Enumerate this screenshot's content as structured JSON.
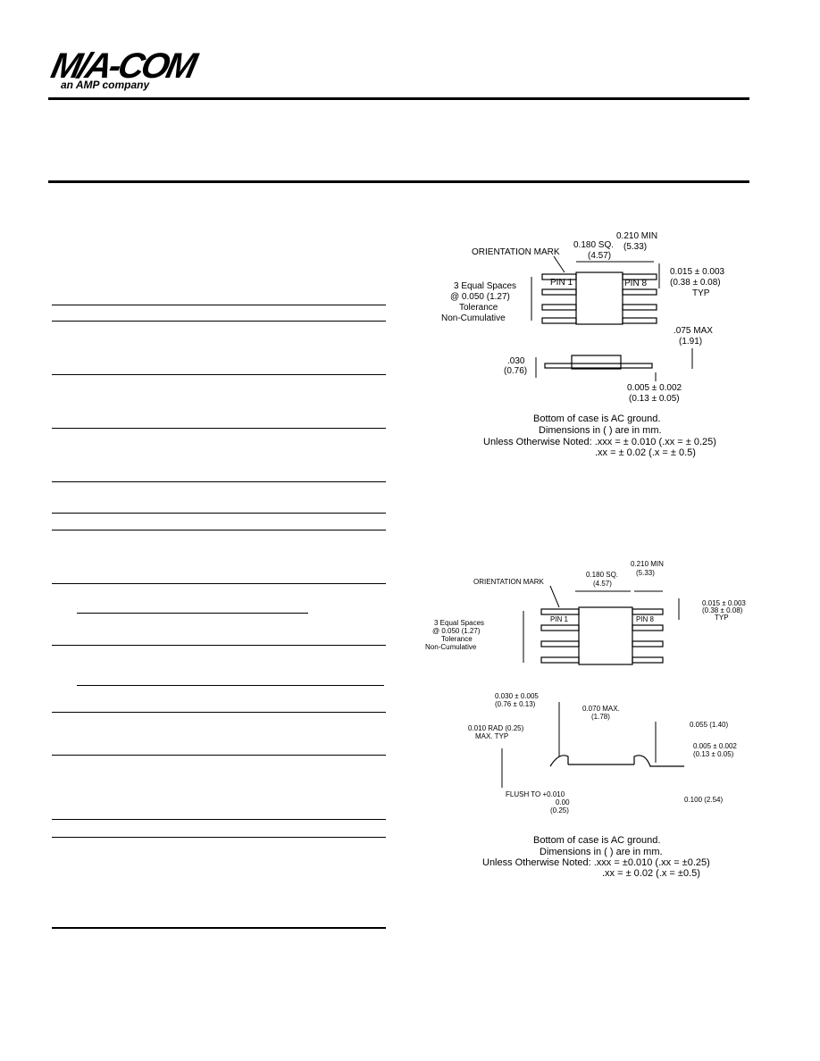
{
  "header": {
    "logo_text": "M/A-COM",
    "logo_tagline": "an AMP company"
  },
  "diagram1": {
    "orientation_mark": "ORIENTATION MARK",
    "body_sq": "0.180 SQ.",
    "body_sq_mm": "(4.57)",
    "lead_span": "0.210 MIN",
    "lead_span_mm": "(5.33)",
    "pin1": "PIN 1",
    "pin8": "PIN 8",
    "lead_width": "0.015 ± 0.003",
    "lead_width_mm": "(0.38 ± 0.08)",
    "lead_width_typ": "TYP",
    "spaces_1": "3 Equal Spaces",
    "spaces_2": "@ 0.050 (1.27)",
    "spaces_3": "Tolerance",
    "spaces_4": "Non-Cumulative",
    "max_height": ".075 MAX",
    "max_height_mm": "(1.91)",
    "thickness": ".030",
    "thickness_mm": "(0.76)",
    "lead_thick": "0.005 ± 0.002",
    "lead_thick_mm": "(0.13 ± 0.05)",
    "note_1": "Bottom of case is AC ground.",
    "note_2": "Dimensions in ( ) are in mm.",
    "note_3": "Unless Otherwise Noted: .xxx = ± 0.010 (.xx = ± 0.25)",
    "note_4": ".xx = ± 0.02 (.x = ± 0.5)"
  },
  "diagram2": {
    "orientation_mark": "ORIENTATION MARK",
    "body_sq": "0.180 SQ.",
    "body_sq_mm": "(4.57)",
    "lead_span": "0.210 MIN",
    "lead_span_mm": "(5.33)",
    "pin1": "PIN 1",
    "pin8": "PIN 8",
    "lead_width": "0.015 ± 0.003",
    "lead_width_mm": "(0.38 ± 0.08)",
    "lead_width_typ": "TYP",
    "spaces_1": "3 Equal Spaces",
    "spaces_2": "@ 0.050 (1.27)",
    "spaces_3": "Tolerance",
    "spaces_4": "Non-Cumulative",
    "dim_a": "0.030 ± 0.005",
    "dim_a_mm": "(0.76 ± 0.13)",
    "rad": "0.010 RAD (0.25)",
    "rad_typ": "MAX. TYP",
    "max_h": "0.070 MAX.",
    "max_h_mm": "(1.78)",
    "dim_b": "0.055 (1.40)",
    "dim_c": "0.005 ± 0.002",
    "dim_c_mm": "(0.13 ± 0.05)",
    "flush": "FLUSH TO +0.010",
    "flush_2": "0.00",
    "flush_3": "(0.25)",
    "dim_d": "0.100 (2.54)",
    "note_1": "Bottom of case is AC ground.",
    "note_2": "Dimensions in ( ) are in mm.",
    "note_3": "Unless Otherwise Noted: .xxx = ±0.010 (.xx = ±0.25)",
    "note_4": ".xx = ± 0.02 (.x = ±0.5)"
  }
}
